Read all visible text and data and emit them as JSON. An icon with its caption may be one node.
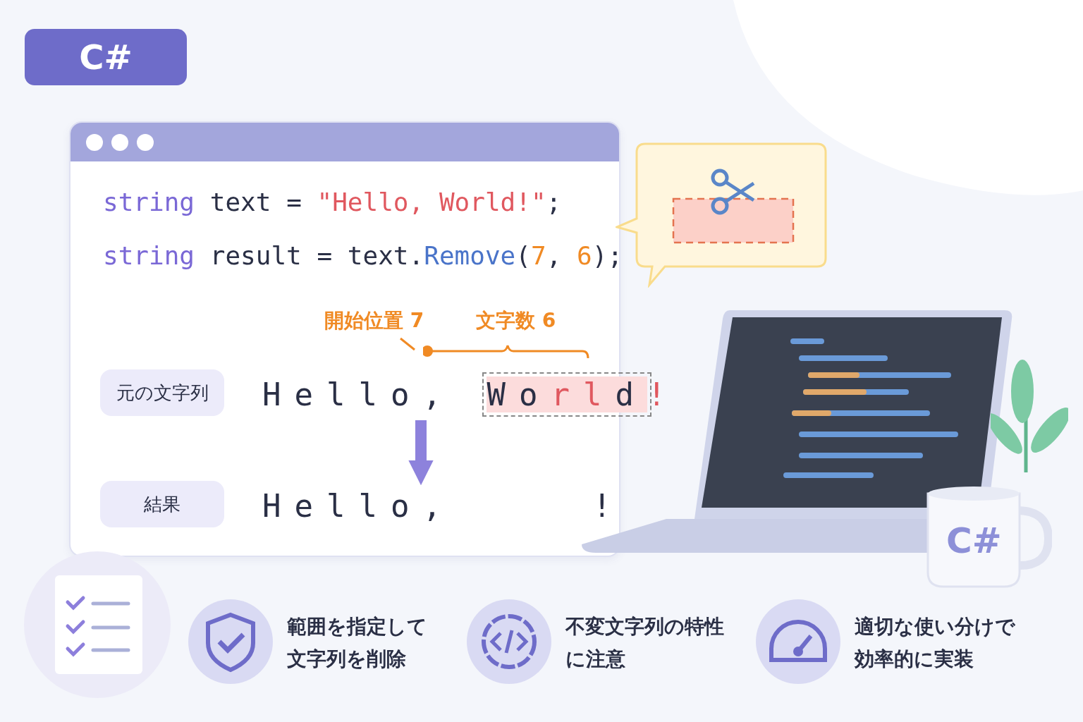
{
  "diagram": {
    "nodes": [
      {
        "text": [
          "C#"
        ]
      },
      {
        "text": [
          "string text = \"Hello, World!\";",
          "string result = text.Remove(7, 6);"
        ]
      },
      {
        "text": [
          "開始位置 7"
        ],
        "in": 1
      },
      {
        "text": [
          "元の文字列"
        ],
        "in": 1
      },
      {
        "text": [
          "Hello, World!"
        ],
        "in": 1
      },
      {
        "text": [
          "結果"
        ],
        "in": 1
      },
      {
        "text": [
          "Hello, !"
        ],
        "in": 1
      }
    ],
    "edges": [
      {
        "from": 2,
        "to": null,
        "arrow": "none"
      },
      {
        "from": 4,
        "to": 6,
        "arrow": "to",
        "style": "thick",
        "color": "#8d82dc"
      }
    ],
    "labels": [
      "文字数 6",
      "C#",
      "範囲を指定して文字列を削除",
      "不変文字列の特性に注意",
      "適切な使い分けで効率的に実装"
    ]
  }
}
